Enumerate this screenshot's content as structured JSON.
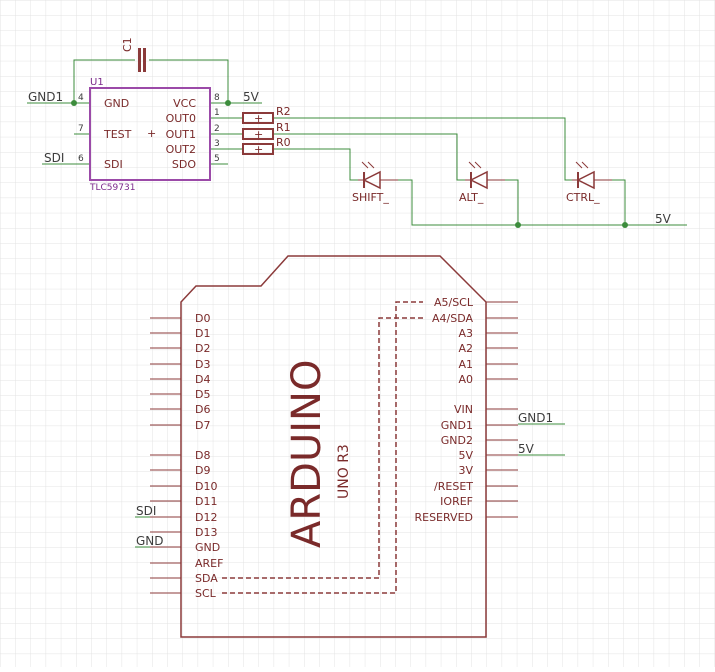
{
  "colors": {
    "grid": "#e6e6e6",
    "wire": "#3c8c3c",
    "junction": "#3c8c3c",
    "part": "#8b3a3a",
    "ic_outline": "#9b4aa8",
    "net_text": "#3c3c3c"
  },
  "ic": {
    "name": "U1",
    "value": "TLC59731",
    "left_pins": [
      {
        "num": "4",
        "label": "GND"
      },
      {
        "num": "7",
        "label": "TEST"
      },
      {
        "num": "6",
        "label": "SDI"
      }
    ],
    "right_pins": [
      {
        "num": "8",
        "label": "VCC"
      },
      {
        "num": "1",
        "label": "OUT0"
      },
      {
        "num": "2",
        "label": "OUT1"
      },
      {
        "num": "3",
        "label": "OUT2"
      },
      {
        "num": "5",
        "label": "SDO"
      }
    ],
    "plus": "+"
  },
  "capacitor": {
    "name": "C1"
  },
  "resistors": [
    "R2",
    "R1",
    "R0"
  ],
  "resistor_plus": "+",
  "leds": [
    "SHIFT_",
    "ALT_",
    "CTRL_"
  ],
  "nets": {
    "gnd1_ic": "GND1",
    "v5_ic": "5V",
    "sdi_ic": "SDI",
    "v5_led": "5V",
    "gnd1_ard": "GND1",
    "v5_ard": "5V",
    "sdi_ard": "SDI",
    "gnd_ard": "GND"
  },
  "arduino": {
    "title": "ARDUINO",
    "subtitle": "UNO R3",
    "left_pins": [
      "D0",
      "D1",
      "D2",
      "D3",
      "D4",
      "D5",
      "D6",
      "D7",
      "D8",
      "D9",
      "D10",
      "D11",
      "D12",
      "D13",
      "GND",
      "AREF",
      "SDA",
      "SCL"
    ],
    "right_pins": [
      "A5/SCL",
      "A4/SDA",
      "A3",
      "A2",
      "A1",
      "A0",
      "VIN",
      "GND1",
      "GND2",
      "5V",
      "3V",
      "/RESET",
      "IOREF",
      "RESERVED"
    ]
  }
}
